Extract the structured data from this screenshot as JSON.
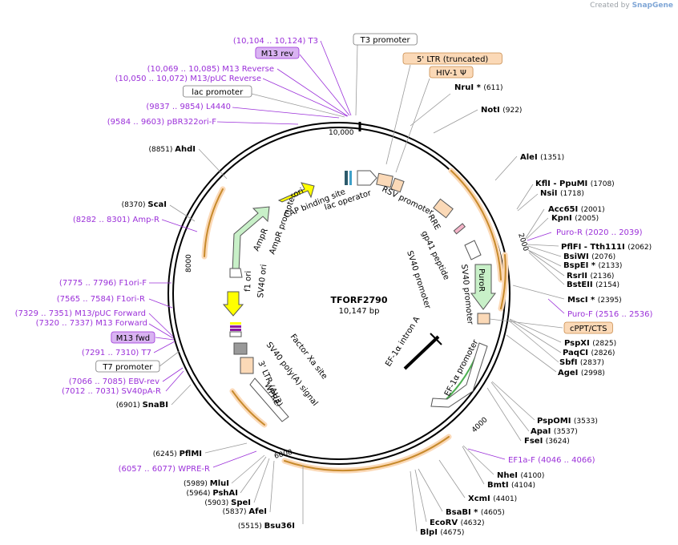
{
  "credit": {
    "prefix": "Created by",
    "brand": "SnapGene"
  },
  "plasmid": {
    "name": "TFORF2790",
    "length": "10,147 bp"
  },
  "ticks": [
    "10,000",
    "2000",
    "4000",
    "6000",
    "8000"
  ],
  "colors": {
    "site": "#000000",
    "primer": "#9b30d9",
    "primer_box": "#d9b3f2",
    "feature_box": "#fbd9b7",
    "leader": "#aaaaaa",
    "orange": "#f5a623"
  },
  "left_labels": [
    {
      "text": "(10,104 .. 10,124)  T3",
      "type": "primer"
    },
    {
      "text": "M13 rev",
      "type": "primer-box"
    },
    {
      "text": "(10,069 .. 10,085)  M13 Reverse",
      "type": "primer"
    },
    {
      "text": "(10,050 .. 10,072)  M13/pUC Reverse",
      "type": "primer"
    },
    {
      "text": "lac promoter",
      "type": "feature"
    },
    {
      "text": "(9837 .. 9854)  L4440",
      "type": "primer"
    },
    {
      "text": "(9584 .. 9603)  pBR322ori-F",
      "type": "primer"
    },
    {
      "text": "(8851)  AhdI",
      "type": "site"
    },
    {
      "text": "(8370)  ScaI",
      "type": "site"
    },
    {
      "text": "(8282 .. 8301)  Amp-R",
      "type": "primer"
    },
    {
      "text": "(7775 .. 7796)  F1ori-F",
      "type": "primer"
    },
    {
      "text": "(7565 .. 7584)  F1ori-R",
      "type": "primer"
    },
    {
      "text": "(7329 .. 7351)  M13/pUC Forward",
      "type": "primer"
    },
    {
      "text": "(7320 .. 7337)  M13 Forward",
      "type": "primer"
    },
    {
      "text": "M13 fwd",
      "type": "primer-box"
    },
    {
      "text": "(7291 .. 7310)  T7",
      "type": "primer"
    },
    {
      "text": "T7 promoter",
      "type": "feature"
    },
    {
      "text": "(7066 .. 7085)  EBV-rev",
      "type": "primer"
    },
    {
      "text": "(7012 .. 7031)  SV40pA-R",
      "type": "primer"
    },
    {
      "text": "(6901)  SnaBI",
      "type": "site"
    },
    {
      "text": "(6245)  PflMI",
      "type": "site"
    },
    {
      "text": "(6057 .. 6077)  WPRE-R",
      "type": "primer"
    },
    {
      "text": "(5989)  MluI",
      "type": "site"
    },
    {
      "text": "(5964)  PshAI",
      "type": "site"
    },
    {
      "text": "(5903)  SpeI",
      "type": "site"
    },
    {
      "text": "(5837)  AfeI",
      "type": "site"
    },
    {
      "text": "(5515)  Bsu36I",
      "type": "site"
    }
  ],
  "right_labels": [
    {
      "text": "T3 promoter",
      "type": "feature"
    },
    {
      "text": "5' LTR (truncated)",
      "type": "feature-box"
    },
    {
      "text": "HIV-1 Ψ",
      "type": "feature-box"
    },
    {
      "text": "NruI *  (611)",
      "type": "site"
    },
    {
      "text": "NotI  (922)",
      "type": "site"
    },
    {
      "text": "AleI  (1351)",
      "type": "site"
    },
    {
      "text": "KflI  - PpuMI  (1708)",
      "type": "site"
    },
    {
      "text": "NsiI  (1718)",
      "type": "site"
    },
    {
      "text": "Acc65I  (2001)",
      "type": "site"
    },
    {
      "text": "KpnI  (2005)",
      "type": "site"
    },
    {
      "text": "Puro-R  (2020 .. 2039)",
      "type": "primer"
    },
    {
      "text": "PflFI  - Tth111I  (2062)",
      "type": "site"
    },
    {
      "text": "BsiWI  (2076)",
      "type": "site"
    },
    {
      "text": "BspEI *  (2133)",
      "type": "site"
    },
    {
      "text": "RsrII  (2136)",
      "type": "site"
    },
    {
      "text": "BstEII  (2154)",
      "type": "site"
    },
    {
      "text": "MscI *  (2395)",
      "type": "site"
    },
    {
      "text": "Puro-F  (2516 .. 2536)",
      "type": "primer"
    },
    {
      "text": "cPPT/CTS",
      "type": "feature-box"
    },
    {
      "text": "PspXI  (2825)",
      "type": "site"
    },
    {
      "text": "PaqCI  (2826)",
      "type": "site"
    },
    {
      "text": "SbfI  (2837)",
      "type": "site"
    },
    {
      "text": "AgeI  (2998)",
      "type": "site"
    },
    {
      "text": "PspOMI  (3533)",
      "type": "site"
    },
    {
      "text": "ApaI  (3537)",
      "type": "site"
    },
    {
      "text": "FseI  (3624)",
      "type": "site"
    },
    {
      "text": "EF1a-F  (4046 .. 4066)",
      "type": "primer"
    },
    {
      "text": "NheI  (4100)",
      "type": "site"
    },
    {
      "text": "BmtI  (4104)",
      "type": "site"
    },
    {
      "text": "XcmI  (4401)",
      "type": "site"
    },
    {
      "text": "BsaBI *  (4605)",
      "type": "site"
    },
    {
      "text": "EcoRV  (4632)",
      "type": "site"
    },
    {
      "text": "BlpI  (4675)",
      "type": "site"
    }
  ],
  "inner_labels": [
    "RSV promoter",
    "lac operator",
    "CAP binding site",
    "ori",
    "AmpR",
    "AmpR promoter",
    "f1 ori",
    "SV40 ori",
    "SV40 poly(A) signal",
    "3' LTR (ΔU3)",
    "WPRE",
    "Factor Xa site",
    "RRE",
    "gp41 peptide",
    "SV40 promoter",
    "SV40 promoter",
    "PuroR",
    "EF-1α intron A",
    "EF-1α promoter"
  ]
}
